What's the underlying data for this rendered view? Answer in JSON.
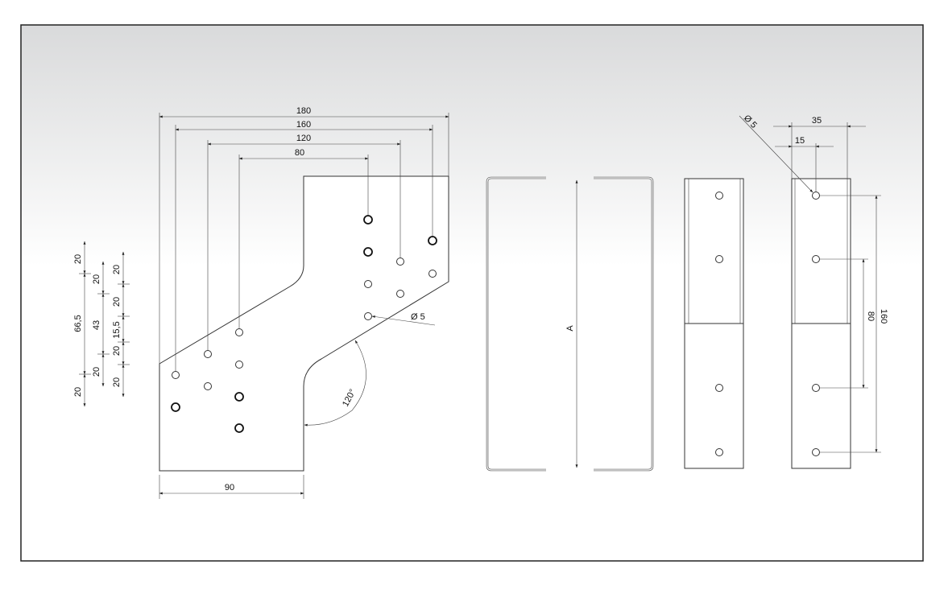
{
  "plan_view": {
    "dims_top": [
      "180",
      "160",
      "120",
      "80"
    ],
    "dim_bottom": "90",
    "hole_diameter": "Ø 5",
    "angle": "120°",
    "dims_left_outer": [
      "20",
      "66,5",
      "20"
    ],
    "dims_left_middle": [
      "20",
      "43",
      "20"
    ],
    "dims_left_inner": [
      "20",
      "20",
      "15,5",
      "20",
      "20"
    ]
  },
  "section_view": {
    "height_label": "A"
  },
  "side_view": {
    "hole_diameter": "Ø 5",
    "dims_top": [
      "35",
      "15"
    ],
    "dims_right": [
      "80",
      "160"
    ]
  },
  "colors": {
    "background_top": "#d9dadb",
    "background_bottom": "#ffffff",
    "border": "#222222"
  }
}
